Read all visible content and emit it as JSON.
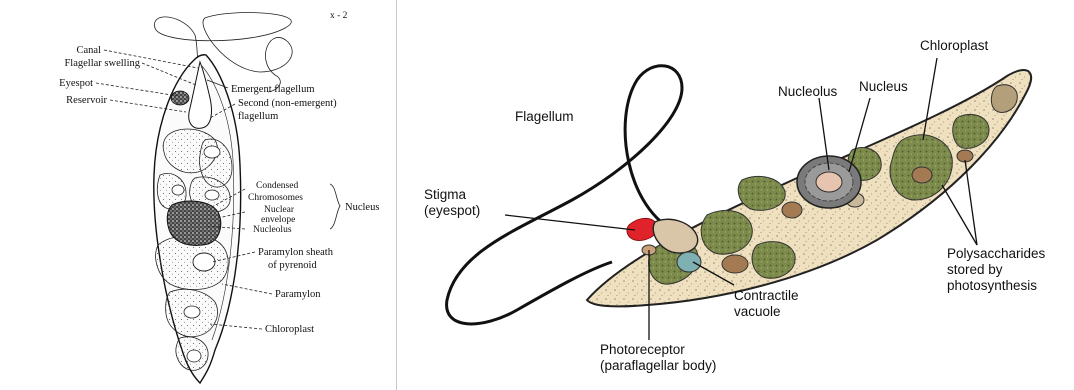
{
  "left_diagram": {
    "corner_mark": "x - 2",
    "labels": {
      "canal": "Canal",
      "flagellar_swelling": "Flagellar swelling",
      "eyespot": "Eyespot",
      "reservoir": "Reservoir",
      "emergent_flagellum": "Emergent flagellum",
      "second_flagellum_1": "Second (non-emergent)",
      "second_flagellum_2": "flagellum",
      "condensed_1": "Condensed",
      "condensed_2": "Chromosomes",
      "nuclear_envelope_1": "Nuclear",
      "nuclear_envelope_2": "envelope",
      "nucleolus": "Nucleolus",
      "nucleus": "Nucleus",
      "paramylon_sheath_1": "Paramylon sheath",
      "paramylon_sheath_2": "of pyrenoid",
      "paramylon": "Paramylon",
      "chloroplast": "Chloroplast"
    }
  },
  "right_diagram": {
    "labels": {
      "flagellum": "Flagellum",
      "nucleolus": "Nucleolus",
      "nucleus": "Nucleus",
      "chloroplast": "Chloroplast",
      "stigma_1": "Stigma",
      "stigma_2": "(eyespot)",
      "polysaccharides_1": "Polysaccharides",
      "polysaccharides_2": "stored by",
      "polysaccharides_3": "photosynthesis",
      "contractile_1": "Contractile",
      "contractile_2": "vacuole",
      "photoreceptor_1": "Photoreceptor",
      "photoreceptor_2": "(paraflagellar body)"
    }
  }
}
